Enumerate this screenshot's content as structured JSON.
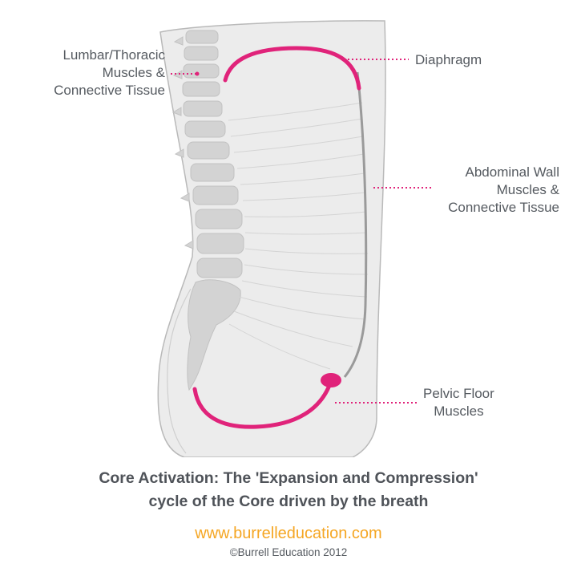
{
  "labels": {
    "lumbar": [
      "Lumbar/Thoracic",
      "Muscles &",
      "Connective Tissue"
    ],
    "diaphragm": "Diaphragm",
    "abdominal": [
      "Abdominal Wall",
      "Muscles &",
      "Connective Tissue"
    ],
    "pelvic": [
      "Pelvic Floor",
      "Muscles"
    ]
  },
  "caption": {
    "line1": "Core Activation: The 'Expansion and Compression'",
    "line2": "cycle of the Core driven by the breath"
  },
  "website": "www.burrelleducation.com",
  "copyright": "©Burrell Education 2012",
  "colors": {
    "accent": "#e0237a",
    "torso": "#ececec",
    "outline": "#b9b9b9",
    "spine": "#cfcfcf",
    "caption": "#4f5359",
    "website": "#f5a623"
  }
}
